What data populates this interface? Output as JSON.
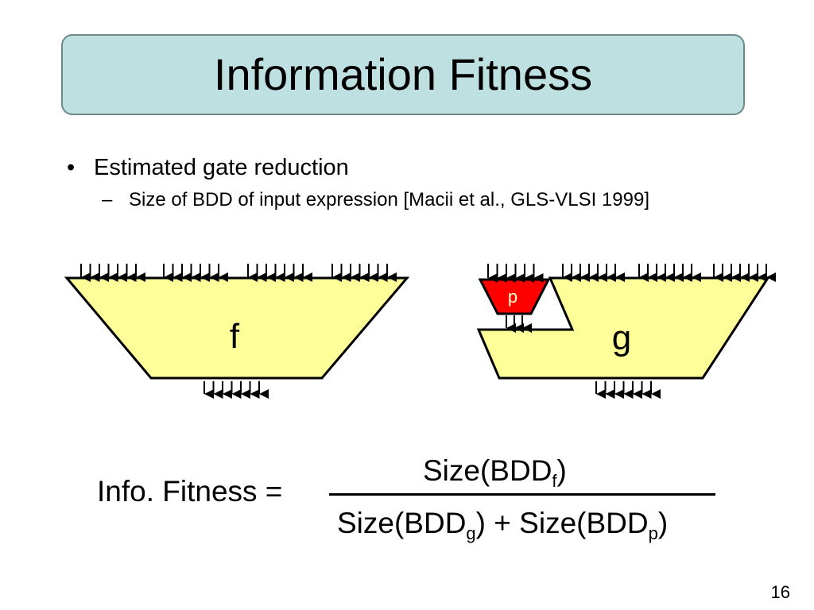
{
  "slide": {
    "title": "Information Fitness",
    "bullets": {
      "level1": "Estimated gate reduction",
      "level2": "Size of BDD of input expression [Macii et al., GLS-VLSI 1999]"
    },
    "page_number": "16"
  },
  "diagram": {
    "left_block_label": "f",
    "right_block_label": "g",
    "sub_block_label": "p",
    "colors": {
      "block_fill": "#ffff99",
      "sub_block_fill": "#ff0000",
      "sub_block_text": "#ffffcc",
      "stroke": "#000000"
    }
  },
  "formula": {
    "lhs": "Info. Fitness =",
    "numerator": {
      "text": "Size(BDD",
      "sub": "f",
      "close": ")"
    },
    "denominator": {
      "part1": "Size(BDD",
      "sub1": "g",
      "close1": ")",
      "plus": " + ",
      "part2": "Size(BDD",
      "sub2": "p",
      "close2": ")"
    }
  }
}
